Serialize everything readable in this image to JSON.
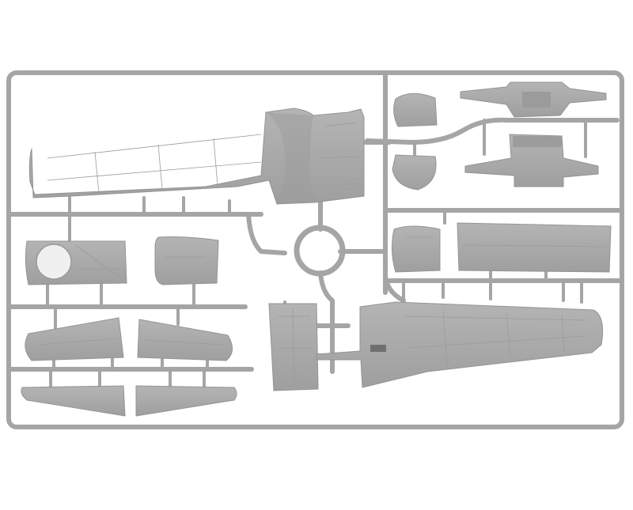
{
  "photo": {
    "subject": "sprue-frame",
    "background_color": "#ffffff",
    "plastic_color": "#a9a9a9",
    "plastic_shadow": "#8e8e8e",
    "plastic_highlight": "#bdbdbd",
    "sprue_code": "",
    "parts": [
      {
        "name": "wing-upper-left"
      },
      {
        "name": "wing-lower-right"
      },
      {
        "name": "engine-nacelle-panel"
      },
      {
        "name": "cowl-panel"
      },
      {
        "name": "tailplane-left"
      },
      {
        "name": "tailplane-right"
      },
      {
        "name": "elevator-left"
      },
      {
        "name": "elevator-right"
      },
      {
        "name": "wing-root-fairing"
      },
      {
        "name": "wheel-well-disc-upper"
      },
      {
        "name": "wheel-well-disc-lower"
      },
      {
        "name": "bulkhead-upper"
      },
      {
        "name": "bulkhead-lower"
      },
      {
        "name": "radiator-housing"
      },
      {
        "name": "flap-panel"
      }
    ]
  }
}
